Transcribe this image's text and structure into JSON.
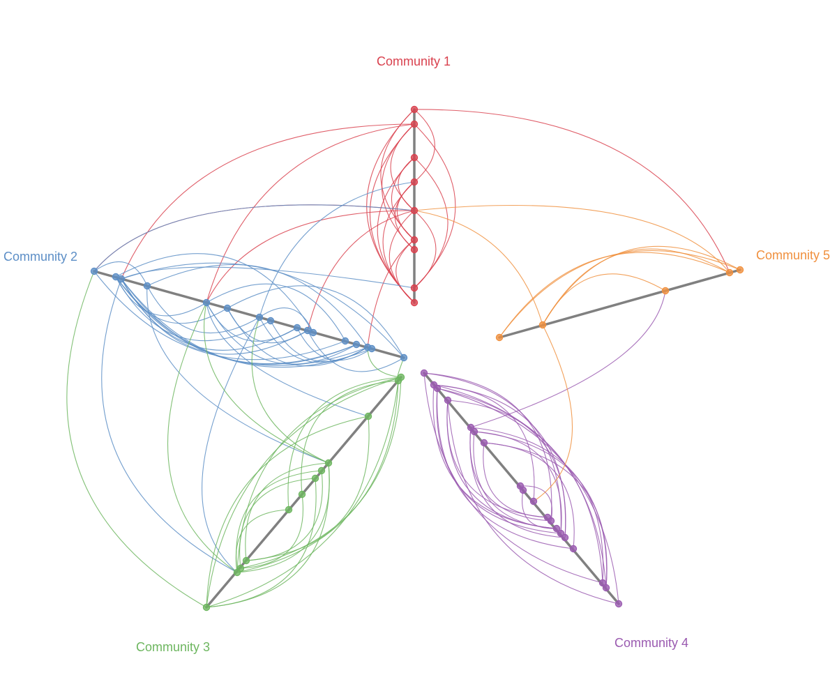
{
  "diagram": {
    "communities": [
      {
        "id": "c1",
        "label": "Community 1",
        "color": "#d9414e"
      },
      {
        "id": "c2",
        "label": "Community 2",
        "color": "#5c8ec6"
      },
      {
        "id": "c3",
        "label": "Community 3",
        "color": "#6db65f"
      },
      {
        "id": "c4",
        "label": "Community 4",
        "color": "#9a5ab0"
      },
      {
        "id": "c5",
        "label": "Community 5",
        "color": "#f0903e"
      }
    ],
    "axis_color": "#808080"
  }
}
